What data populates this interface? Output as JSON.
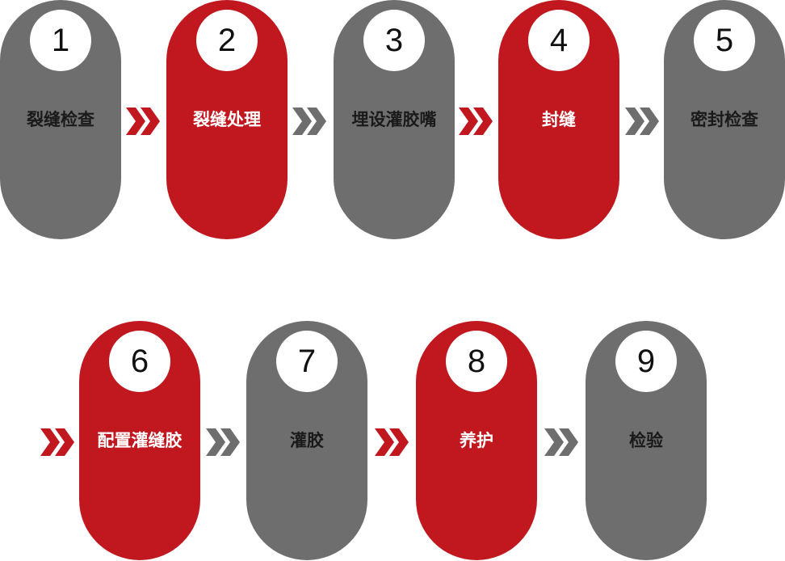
{
  "colors": {
    "gray": "#6e6e6e",
    "red": "#c1181f",
    "circle": "#ffffff"
  },
  "steps": [
    {
      "number": "1",
      "label": "裂缝检查",
      "color": "gray"
    },
    {
      "number": "2",
      "label": "裂缝处理",
      "color": "red"
    },
    {
      "number": "3",
      "label": "埋设灌胶嘴",
      "color": "gray"
    },
    {
      "number": "4",
      "label": "封缝",
      "color": "red"
    },
    {
      "number": "5",
      "label": "密封检查",
      "color": "gray"
    },
    {
      "number": "6",
      "label": "配置灌缝胶",
      "color": "red"
    },
    {
      "number": "7",
      "label": "灌胶",
      "color": "gray"
    },
    {
      "number": "8",
      "label": "养护",
      "color": "red"
    },
    {
      "number": "9",
      "label": "检验",
      "color": "gray"
    }
  ],
  "arrows": [
    {
      "color": "red",
      "icon": "double-chevron-right-icon"
    },
    {
      "color": "gray",
      "icon": "double-chevron-right-icon"
    },
    {
      "color": "red",
      "icon": "double-chevron-right-icon"
    },
    {
      "color": "gray",
      "icon": "double-chevron-right-icon"
    },
    {
      "color": "red",
      "icon": "double-chevron-right-icon"
    },
    {
      "color": "gray",
      "icon": "double-chevron-right-icon"
    },
    {
      "color": "red",
      "icon": "double-chevron-right-icon"
    },
    {
      "color": "gray",
      "icon": "double-chevron-right-icon"
    }
  ]
}
